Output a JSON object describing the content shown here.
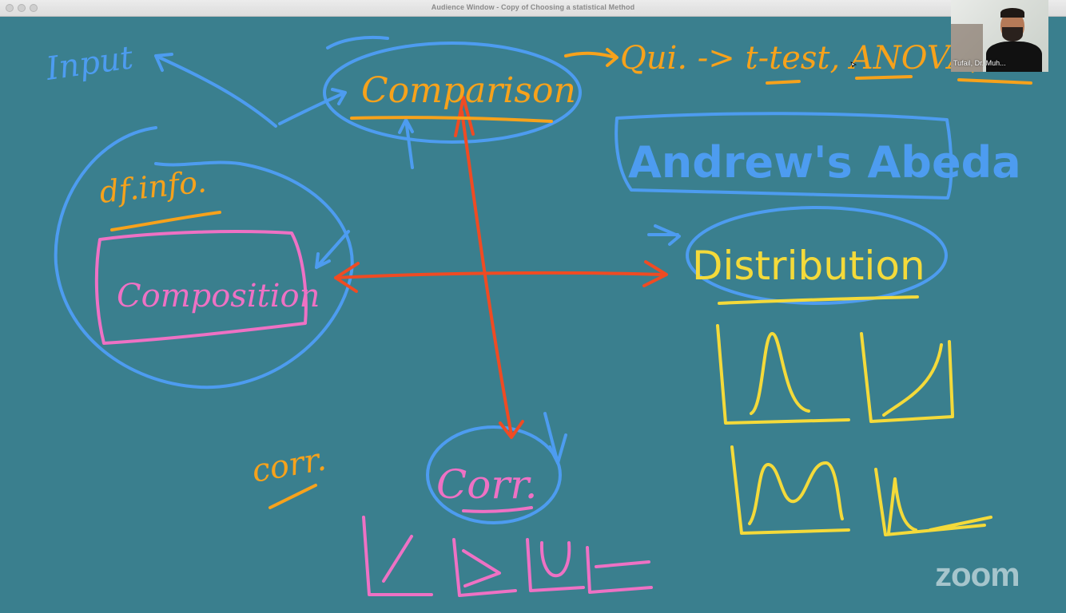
{
  "window": {
    "title": "Audience Window - Copy of Choosing a statistical Method"
  },
  "participant": {
    "name": "Tufail, Dr. Muh..."
  },
  "watermark": {
    "text": "zoom"
  },
  "whiteboard": {
    "notes": {
      "input": "Input",
      "comparison": "Comparison",
      "comparison_methods": "Qui. -> t-test, ANOVA,",
      "andrews_abeda": "Andrew's Abeda",
      "df_info": "df.info.",
      "composition": "Composition",
      "distribution": "Distribution",
      "corr_left": "corr.",
      "corr_center": "Corr."
    },
    "colors": {
      "background": "#3a7f8e",
      "blue_ink": "#4d9cf0",
      "orange_ink": "#f7a21b",
      "red_ink": "#ef4b23",
      "pink_ink": "#ee71c4",
      "yellow_ink": "#f4da3a"
    }
  }
}
